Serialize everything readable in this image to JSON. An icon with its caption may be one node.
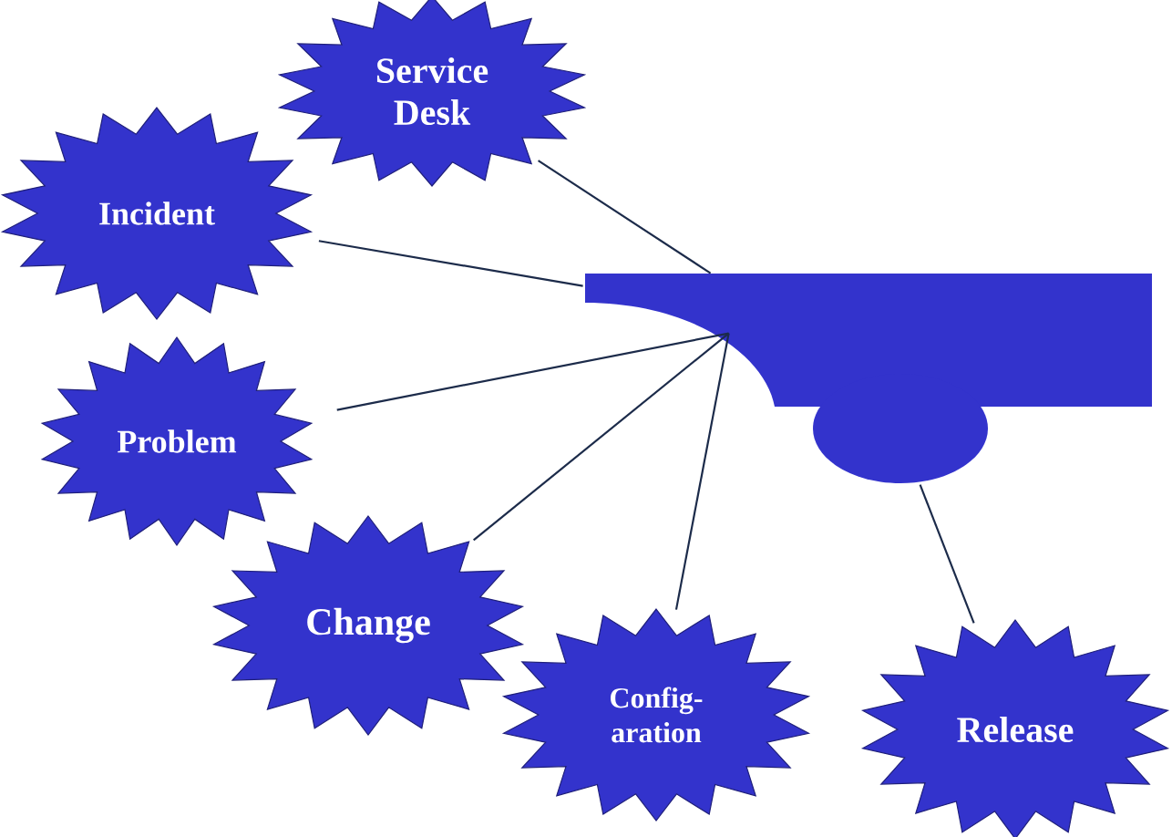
{
  "diagram": {
    "nodes": [
      {
        "text": [],
        "shape": "box"
      },
      {
        "text": [
          "Service Desk"
        ]
      },
      {
        "text": [
          "Incident"
        ]
      },
      {
        "text": [
          "Problem"
        ]
      },
      {
        "text": [
          "Change"
        ]
      },
      {
        "text": [
          "Config- aration"
        ]
      },
      {
        "text": [
          "Release"
        ]
      }
    ],
    "edges": [
      {
        "from": 1,
        "to": 0,
        "arrow": "none"
      },
      {
        "from": 2,
        "to": 0,
        "arrow": "none"
      },
      {
        "from": 3,
        "to": 0,
        "arrow": "none"
      },
      {
        "from": 4,
        "to": 0,
        "arrow": "none"
      },
      {
        "from": 5,
        "to": 0,
        "arrow": "none"
      },
      {
        "from": 0,
        "to": 6,
        "arrow": "none"
      }
    ]
  }
}
